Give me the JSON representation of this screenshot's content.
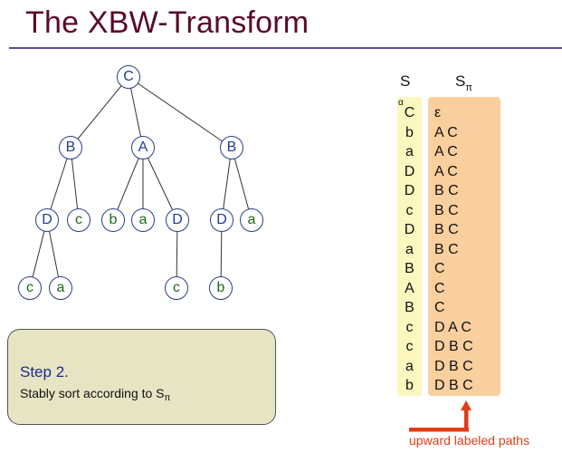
{
  "slide": {
    "title": "The XBW-Transform",
    "step_title": "Step 2.",
    "step_text": "Stably sort according to S",
    "step_text_sub": "π",
    "annotation": "upward labeled paths"
  },
  "columns": {
    "s_header": "S",
    "sp_header": "S",
    "sp_header_sub": "π",
    "alpha_marker": "α",
    "s_values": [
      "C",
      "b",
      "a",
      "D",
      "D",
      "c",
      "D",
      "a",
      "B",
      "A",
      "B",
      "c",
      "c",
      "a",
      "b"
    ],
    "sp_values": [
      "ε",
      "A C",
      "A C",
      "A C",
      "B C",
      "B C",
      "B C",
      "B C",
      "C",
      "C",
      "C",
      "D A C",
      "D B C",
      "D B C",
      "D B C"
    ]
  },
  "tree": {
    "nodes": [
      {
        "id": "n1",
        "label": "C"
      },
      {
        "id": "n2",
        "label": "B"
      },
      {
        "id": "n3",
        "label": "A"
      },
      {
        "id": "n4",
        "label": "B"
      },
      {
        "id": "n5",
        "label": "D"
      },
      {
        "id": "n6",
        "label": "c"
      },
      {
        "id": "n7",
        "label": "b"
      },
      {
        "id": "n8",
        "label": "a"
      },
      {
        "id": "n9",
        "label": "D"
      },
      {
        "id": "n10",
        "label": "D"
      },
      {
        "id": "n11",
        "label": "a"
      },
      {
        "id": "n12",
        "label": "c"
      },
      {
        "id": "n13",
        "label": "a"
      },
      {
        "id": "n14",
        "label": "c"
      },
      {
        "id": "n15",
        "label": "b"
      }
    ]
  },
  "colors": {
    "title": "#5a0a2a",
    "uppercase_node": "#1f3c9a",
    "lowercase_node": "#1e6a1e",
    "arrow": "#e23c14",
    "s_column_bg": "#fbf7be",
    "sp_column_bg": "#f9cf9e"
  }
}
